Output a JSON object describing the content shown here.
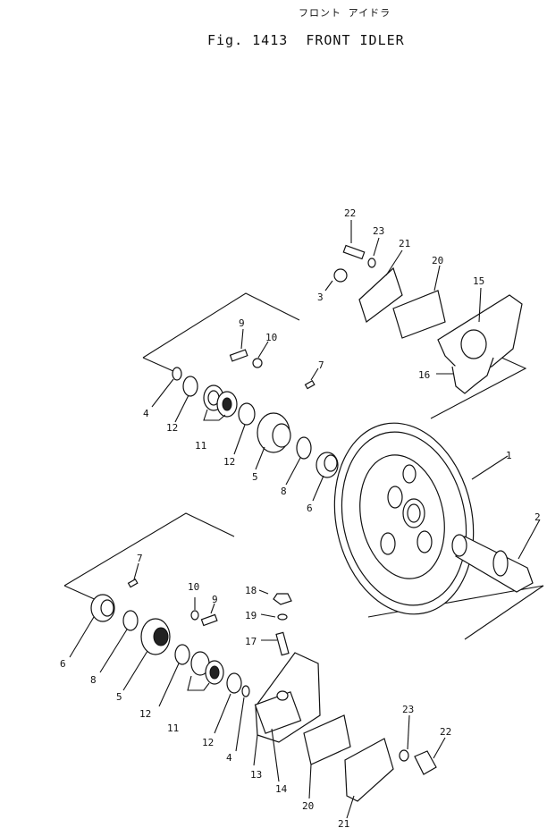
{
  "header": {
    "title_jp": "フロント アイドラ",
    "fig_label": "Fig. 1413",
    "title_en": "FRONT IDLER"
  },
  "callouts": [
    "1",
    "2",
    "3",
    "4",
    "5",
    "6",
    "7",
    "8",
    "9",
    "10",
    "11",
    "12",
    "13",
    "14",
    "15",
    "16",
    "17",
    "18",
    "19",
    "20",
    "21",
    "22",
    "23"
  ]
}
